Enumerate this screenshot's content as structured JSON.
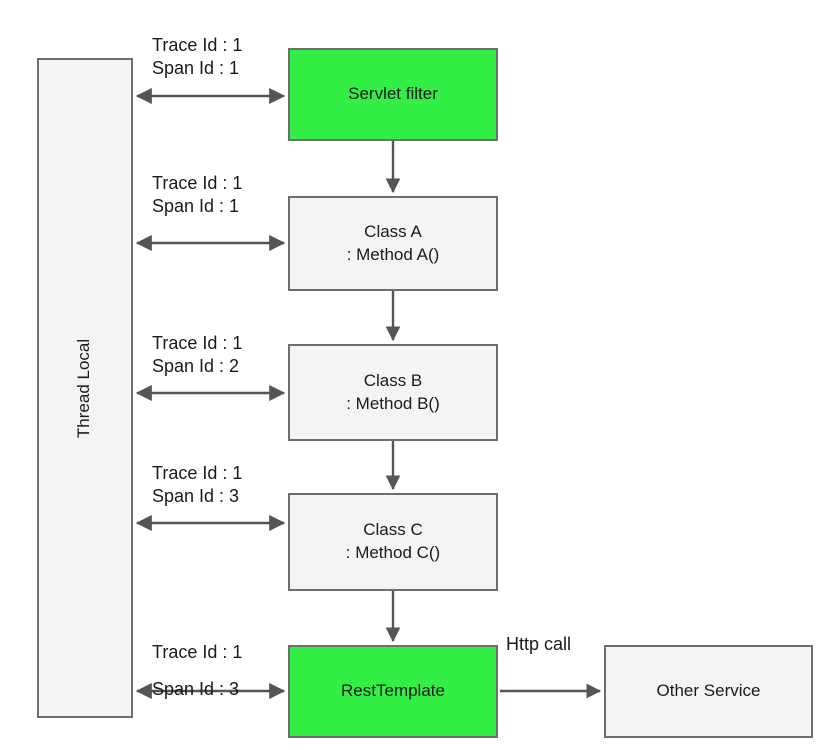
{
  "diagram": {
    "title": "Thread Local trace/span propagation",
    "colors": {
      "green": "#33EE44",
      "grey": "#F4F4F4",
      "stroke": "#6E6E6E",
      "arrow": "#555555",
      "text": "#1A1A1A",
      "background": "#FFFFFF"
    },
    "nodes": [
      {
        "id": "thread-local",
        "label": "Thread Local",
        "style": "grey",
        "orientation": "vertical"
      },
      {
        "id": "servlet-filter",
        "label": "Servlet filter",
        "style": "green",
        "orientation": "horizontal"
      },
      {
        "id": "class-a",
        "label": "Class A\n: Method A()",
        "style": "grey",
        "orientation": "horizontal"
      },
      {
        "id": "class-b",
        "label": "Class B\n: Method B()",
        "style": "grey",
        "orientation": "horizontal"
      },
      {
        "id": "class-c",
        "label": "Class C\n: Method C()",
        "style": "grey",
        "orientation": "horizontal"
      },
      {
        "id": "rest-template",
        "label": "RestTemplate",
        "style": "green",
        "orientation": "horizontal"
      },
      {
        "id": "other-service",
        "label": "Other Service",
        "style": "grey",
        "orientation": "horizontal"
      }
    ],
    "edge_labels": [
      {
        "id": "lbl-0",
        "text": "Trace Id : 1\nSpan Id : 1",
        "trace_id": "1",
        "span_id": "1",
        "for": "servlet-filter"
      },
      {
        "id": "lbl-1",
        "text": "Trace Id : 1\nSpan Id : 1",
        "trace_id": "1",
        "span_id": "1",
        "for": "class-a"
      },
      {
        "id": "lbl-2",
        "text": "Trace Id : 1\nSpan Id : 2",
        "trace_id": "1",
        "span_id": "2",
        "for": "class-b"
      },
      {
        "id": "lbl-3",
        "text": "Trace Id : 1\nSpan Id :  3",
        "trace_id": "1",
        "span_id": "3",
        "for": "class-c"
      }
    ],
    "rest_template_label": {
      "line_above": "Trace Id : 1",
      "line_below": "Span Id :  3",
      "trace_id": "1",
      "span_id": "3"
    },
    "http_call_label": "Http call",
    "edges": [
      {
        "from": "thread-local",
        "to": "servlet-filter",
        "kind": "bidirectional"
      },
      {
        "from": "thread-local",
        "to": "class-a",
        "kind": "bidirectional"
      },
      {
        "from": "thread-local",
        "to": "class-b",
        "kind": "bidirectional"
      },
      {
        "from": "thread-local",
        "to": "class-c",
        "kind": "bidirectional"
      },
      {
        "from": "thread-local",
        "to": "rest-template",
        "kind": "bidirectional"
      },
      {
        "from": "servlet-filter",
        "to": "class-a",
        "kind": "directed"
      },
      {
        "from": "class-a",
        "to": "class-b",
        "kind": "directed"
      },
      {
        "from": "class-b",
        "to": "class-c",
        "kind": "directed"
      },
      {
        "from": "class-c",
        "to": "rest-template",
        "kind": "directed"
      },
      {
        "from": "rest-template",
        "to": "other-service",
        "kind": "directed",
        "label": "Http call"
      }
    ]
  }
}
